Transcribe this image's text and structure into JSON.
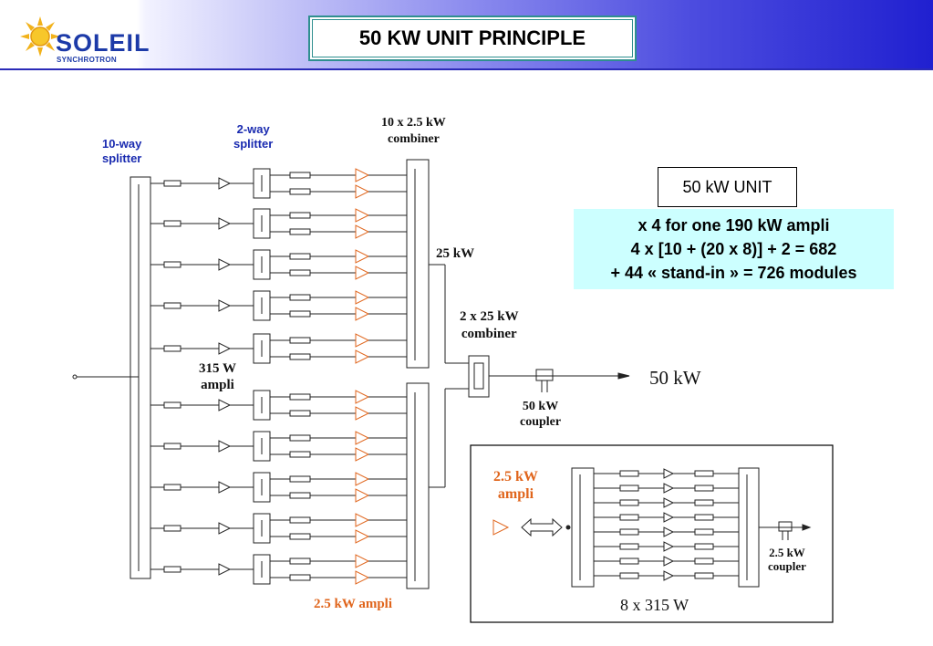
{
  "header": {
    "logo_text": "SOLEIL",
    "logo_subtext": "SYNCHROTRON",
    "title": "50 KW UNIT PRINCIPLE"
  },
  "diagram": {
    "labels": {
      "splitter_10way": "10-way\nsplitter",
      "splitter_2way": "2-way\nsplitter",
      "combiner_10x": "10 x 2.5 kW\ncombiner",
      "kw25": "25 kW",
      "combiner_2x": "2 x 25 kW\ncombiner",
      "ampli_315": "315 W\nampli",
      "coupler_50": "50 kW\ncoupler",
      "output_50": "50 kW",
      "ampli_25_label": "2.5 kW ampli"
    },
    "inset": {
      "ampli_label": "2.5 kW\nampli",
      "coupler_label": "2.5 kW\ncoupler",
      "caption": "8 x 315 W"
    }
  },
  "unit_box": {
    "title": "50 kW UNIT"
  },
  "info_box": {
    "lines": [
      "x 4 for one 190 kW ampli",
      "4 x [10 + (20 x 8)] + 2 =  682",
      "+ 44 « stand-in » = 726 modules"
    ]
  },
  "colors": {
    "accent_blue": "#1a2bb0",
    "orange": "#e0651c",
    "info_bg": "#ccffff",
    "header_end": "#2020d0"
  }
}
